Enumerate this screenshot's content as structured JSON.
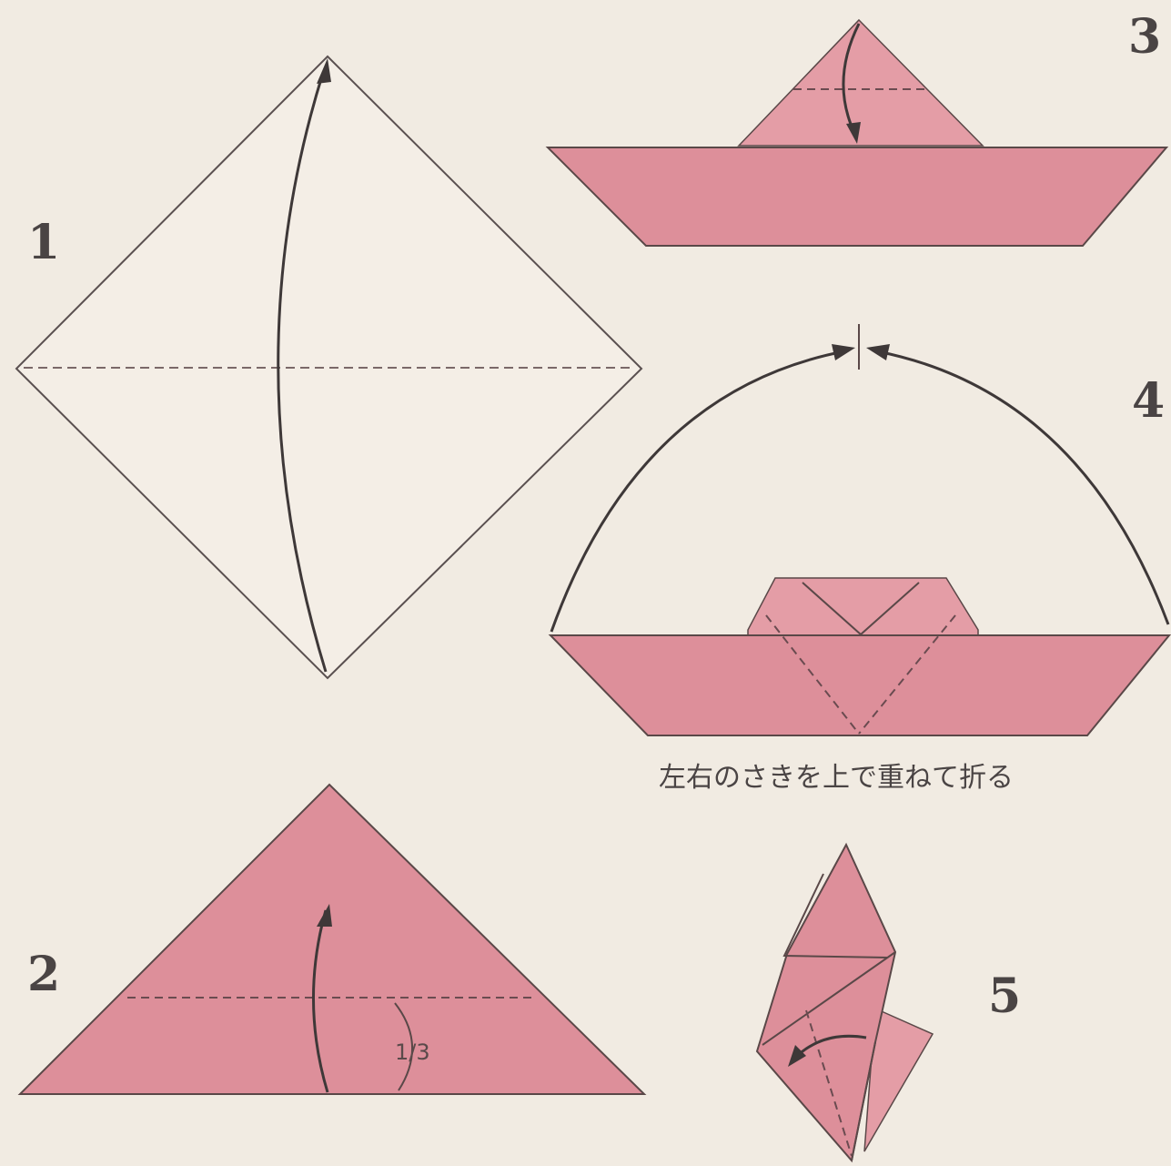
{
  "steps": [
    {
      "number": "1"
    },
    {
      "number": "2",
      "fraction_label": "1/3"
    },
    {
      "number": "3"
    },
    {
      "number": "4",
      "caption": "左右のさきを上で重ねて折る"
    },
    {
      "number": "5"
    }
  ],
  "colors": {
    "background": "#f1ebe2",
    "paper_pink": "#dd8f9a",
    "paper_pink_light": "#e49da6",
    "paper_white": "#f4eee6",
    "line": "#5a4848"
  }
}
